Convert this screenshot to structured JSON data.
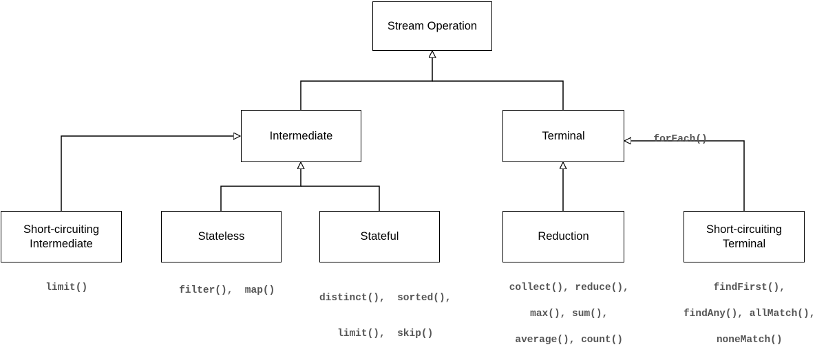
{
  "diagram": {
    "boxes": {
      "root": "Stream Operation",
      "intermediate": "Intermediate",
      "terminal": "Terminal",
      "short_intermediate_line1": "Short-circuiting",
      "short_intermediate_line2": "Intermediate",
      "stateless": "Stateless",
      "stateful": "Stateful",
      "reduction": "Reduction",
      "short_terminal_line1": "Short-circuiting",
      "short_terminal_line2": "Terminal"
    },
    "methods": {
      "short_intermediate": "limit()",
      "stateless": "filter(),  map()",
      "stateful_line1": "distinct(),  sorted(),",
      "stateful_line2": "limit(),  skip()",
      "reduction_line1": "collect(), reduce(),",
      "reduction_line2": "max(), sum(),",
      "reduction_line3": "average(), count()",
      "short_terminal_line1": "findFirst(),",
      "short_terminal_line2": "findAny(), allMatch(),",
      "short_terminal_line3": "noneMatch()",
      "terminal_foreach": "forEach()"
    }
  }
}
